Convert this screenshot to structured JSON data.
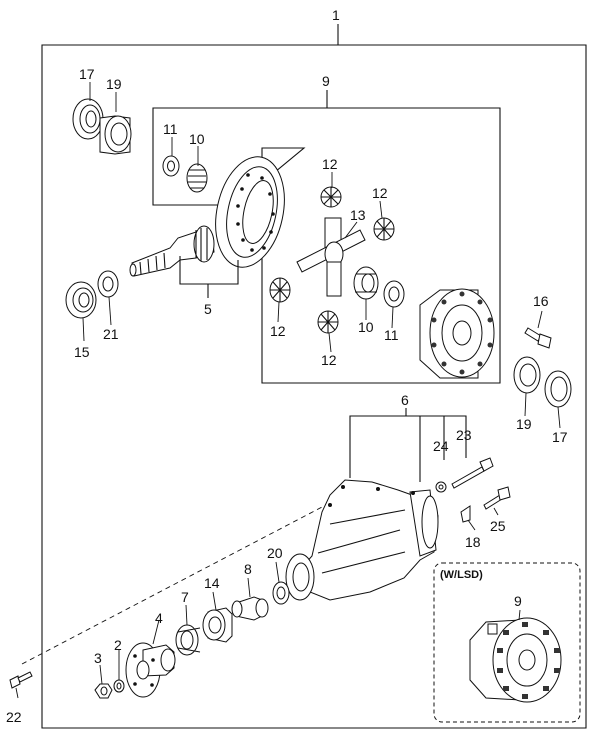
{
  "diagram": {
    "callouts": {
      "c1": "1",
      "c9_top": "9",
      "c17_top": "17",
      "c19_top": "19",
      "c11_top": "11",
      "c10_top": "10",
      "c12_a": "12",
      "c12_b": "12",
      "c13": "13",
      "c12_c": "12",
      "c10_bot": "10",
      "c11_bot": "11",
      "c12_d": "12",
      "c5": "5",
      "c15": "15",
      "c21": "21",
      "c16": "16",
      "c19_bot": "19",
      "c17_bot": "17",
      "c6": "6",
      "c24": "24",
      "c23": "23",
      "c25": "25",
      "c18": "18",
      "c20": "20",
      "c8": "8",
      "c14": "14",
      "c7": "7",
      "c4": "4",
      "c2": "2",
      "c3": "3",
      "c22": "22",
      "c9_lsd": "9"
    },
    "lsd_label": "(W/LSD)"
  }
}
